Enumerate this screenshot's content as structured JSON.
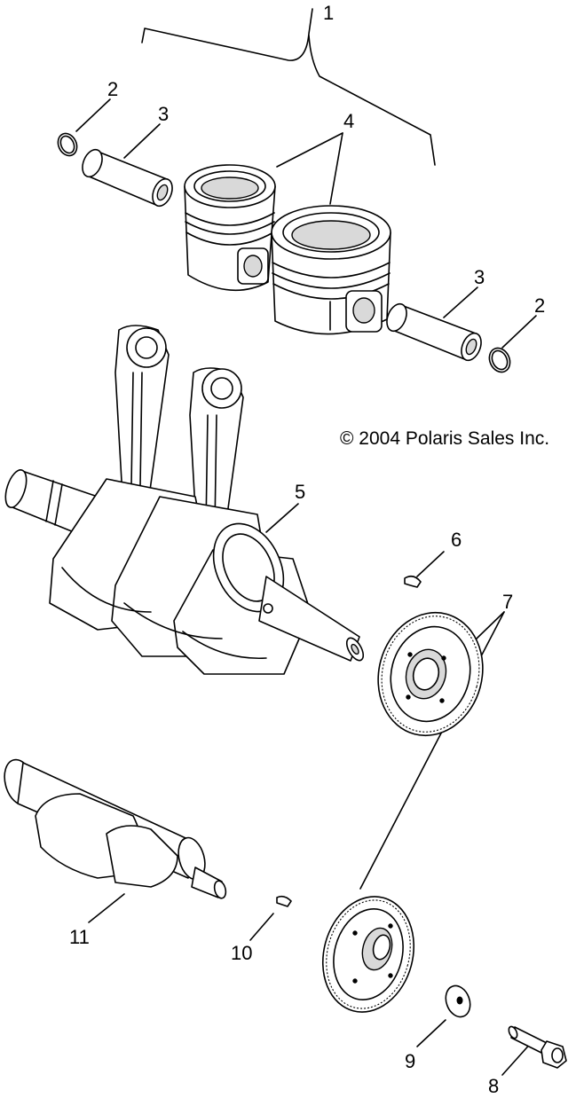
{
  "callouts": [
    {
      "id": "1",
      "label": "1"
    },
    {
      "id": "2a",
      "label": "2"
    },
    {
      "id": "3a",
      "label": "3"
    },
    {
      "id": "4",
      "label": "4"
    },
    {
      "id": "3b",
      "label": "3"
    },
    {
      "id": "2b",
      "label": "2"
    },
    {
      "id": "5",
      "label": "5"
    },
    {
      "id": "6",
      "label": "6"
    },
    {
      "id": "7",
      "label": "7"
    },
    {
      "id": "11",
      "label": "11"
    },
    {
      "id": "10",
      "label": "10"
    },
    {
      "id": "9",
      "label": "9"
    },
    {
      "id": "8",
      "label": "8"
    }
  ],
  "copyright": "© 2004 Polaris Sales Inc.",
  "colors": {
    "line": "#000000",
    "background": "#ffffff",
    "shade": "#d9d9d9"
  }
}
